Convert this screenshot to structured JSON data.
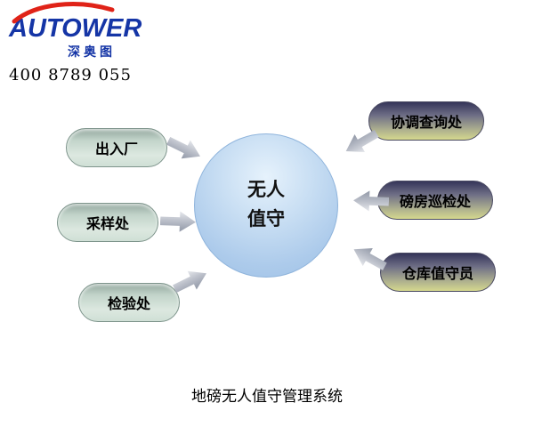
{
  "header": {
    "logo_text": "AUTOWER",
    "logo_subtext": "深奥图",
    "phone": "400 8789 055"
  },
  "diagram": {
    "center": {
      "line1": "无人",
      "line2": "值守"
    },
    "left_nodes": [
      {
        "label": "出入厂"
      },
      {
        "label": "采样处"
      },
      {
        "label": "检验处"
      }
    ],
    "right_nodes": [
      {
        "label": "协调查询处"
      },
      {
        "label": "磅房巡检处"
      },
      {
        "label": "仓库值守员"
      }
    ]
  },
  "caption": "地磅无人值守管理系统",
  "colors": {
    "logo_blue": "#1535a6",
    "swoosh_red": "#e02318",
    "circle_blue": "#b3d0ec",
    "left_pill_green": "#cfdfd5",
    "right_pill_dark": "#35355a",
    "right_pill_light": "#d5d88e",
    "arrow_gray": "#bdc1cb"
  },
  "icons": {
    "swoosh": "red-arc-swoosh",
    "arrow": "gray-block-arrow-toward-center"
  }
}
